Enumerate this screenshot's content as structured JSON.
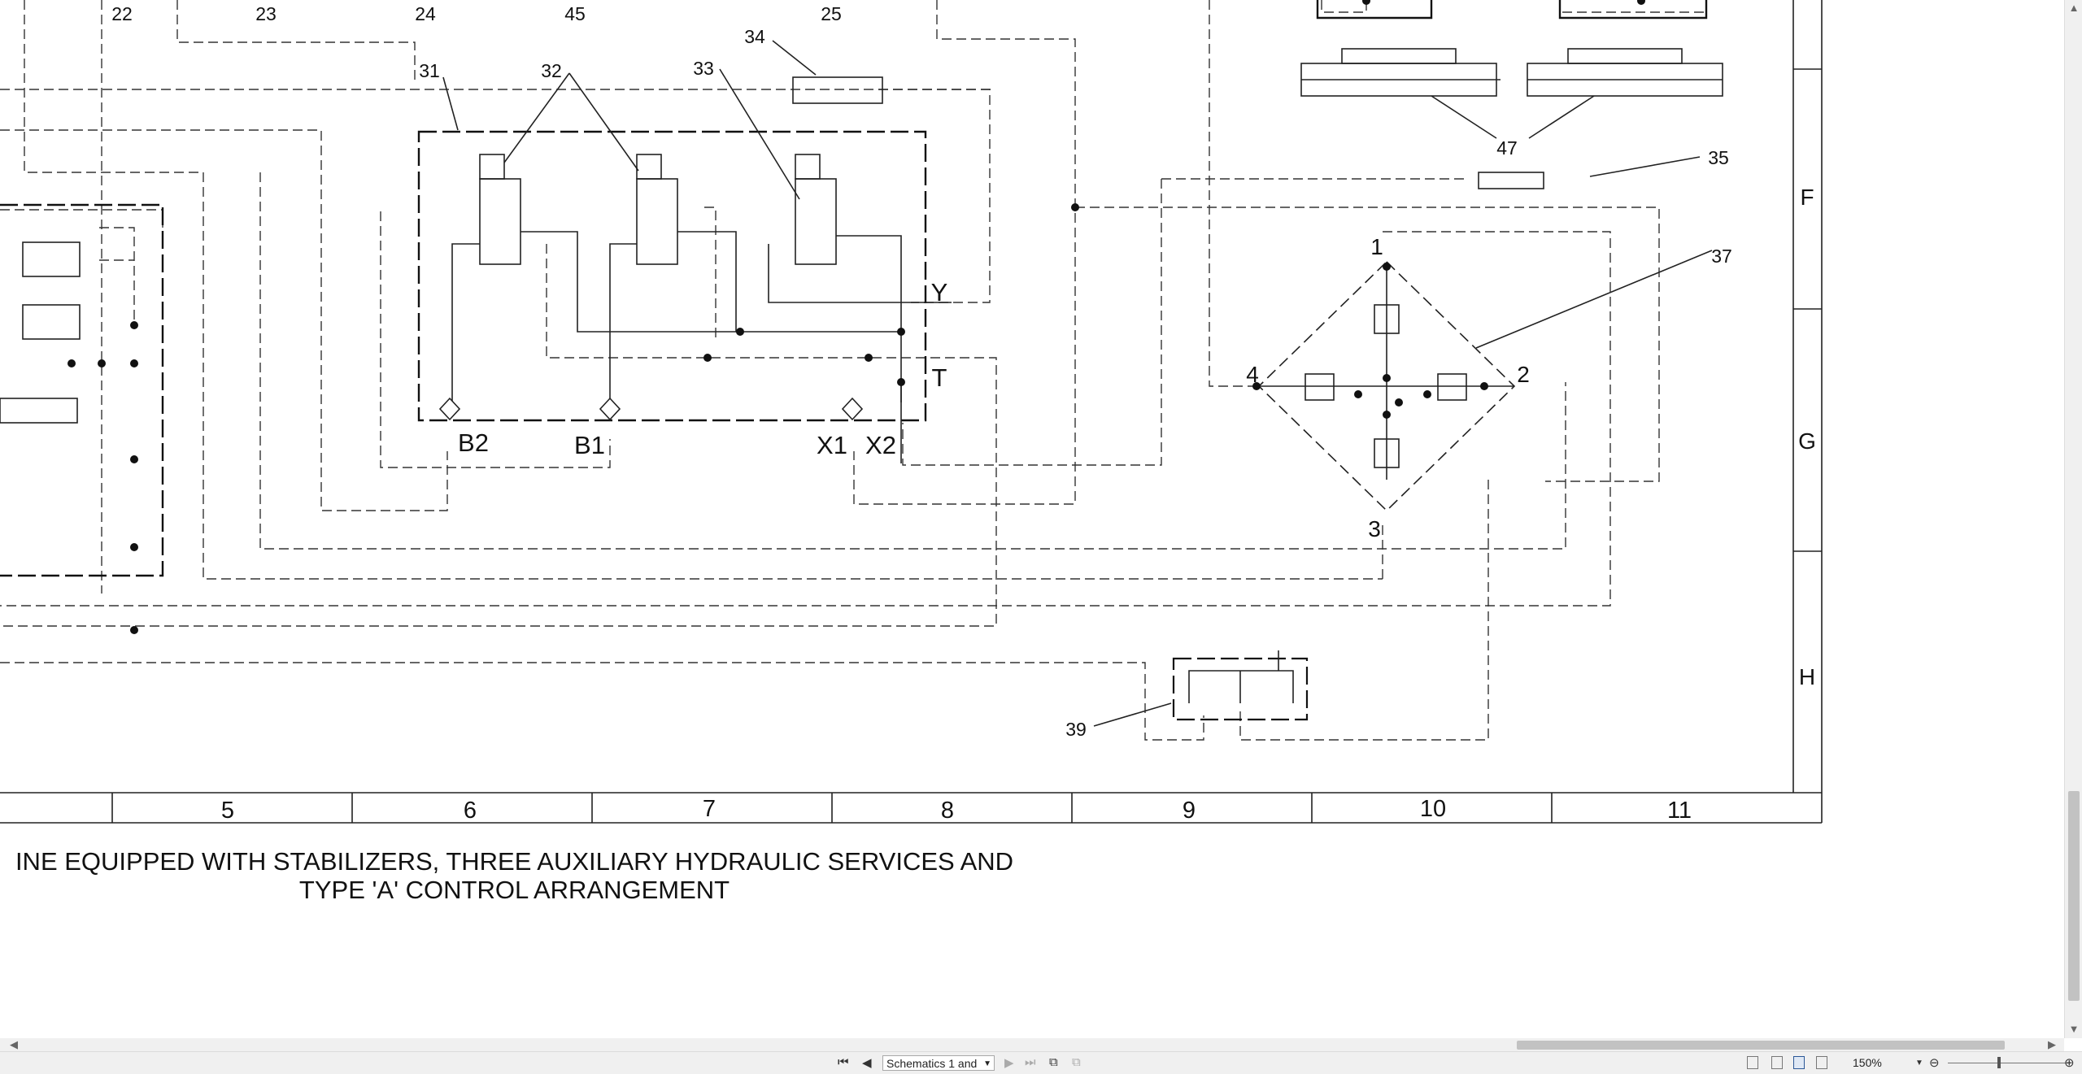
{
  "schematic": {
    "column_numbers": [
      "5",
      "6",
      "7",
      "8",
      "9",
      "10",
      "11"
    ],
    "row_letters": [
      "F",
      "G",
      "H"
    ],
    "part_labels": [
      "22",
      "23",
      "24",
      "45",
      "25",
      "31",
      "32",
      "33",
      "34",
      "47",
      "35",
      "37",
      "39",
      "1",
      "2",
      "3",
      "4"
    ],
    "port_labels": [
      "B2",
      "B1",
      "X1",
      "X2",
      "Y",
      "T"
    ],
    "caption_line1": "INE EQUIPPED WITH STABILIZERS, THREE AUXILIARY HYDRAULIC SERVICES AND",
    "caption_line2": "TYPE 'A' CONTROL ARRANGEMENT"
  },
  "status_bar": {
    "sheet_name": "Schematics 1 and",
    "zoom": "150%"
  },
  "icons": {
    "first": "first-page-icon",
    "prev": "prev-page-icon",
    "next": "next-page-icon",
    "last": "last-page-icon",
    "zoom_out": "zoom-out-icon",
    "zoom_in": "zoom-in-icon"
  }
}
